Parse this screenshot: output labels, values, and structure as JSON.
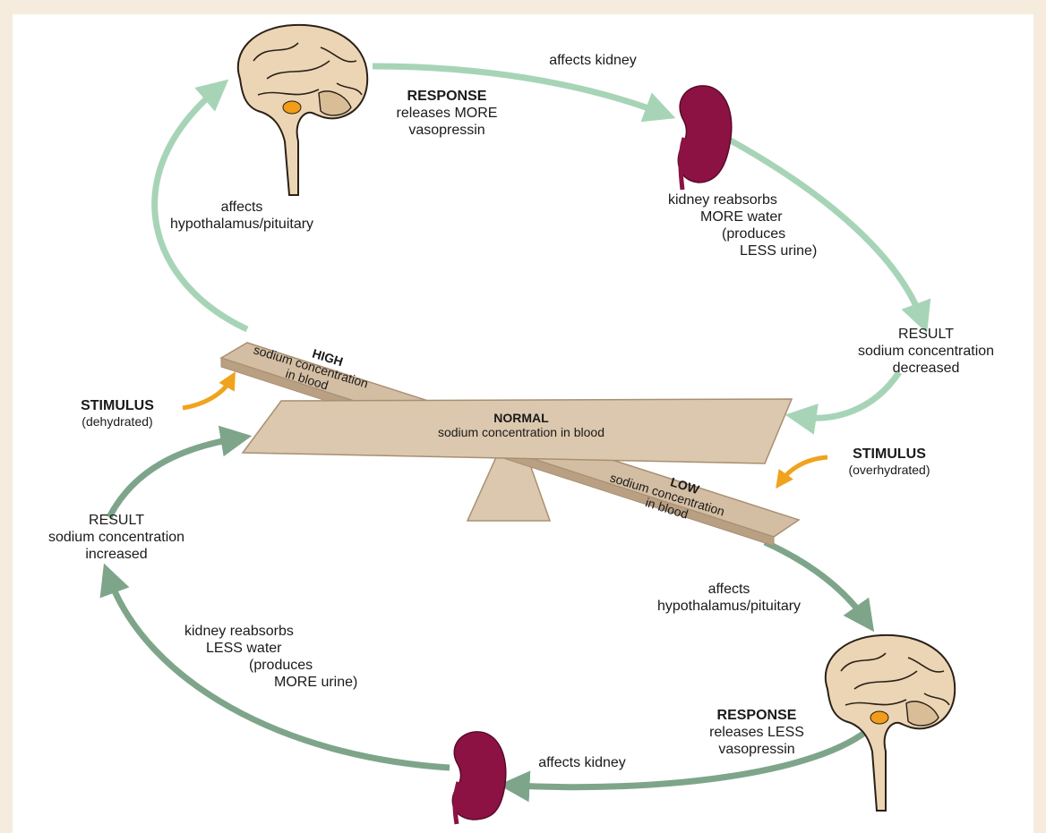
{
  "normal": {
    "title": "NORMAL",
    "text": "sodium concentration in blood"
  },
  "high": {
    "title": "HIGH",
    "line1": "sodium concentration",
    "line2": "in blood"
  },
  "low": {
    "title": "LOW",
    "line1": "sodium concentration",
    "line2": "in blood"
  },
  "stimulus_dehydrated": {
    "title": "STIMULUS",
    "note": "(dehydrated)"
  },
  "stimulus_overhydrated": {
    "title": "STIMULUS",
    "note": "(overhydrated)"
  },
  "top_loop": {
    "affects_hypothalamus_1": "affects",
    "affects_hypothalamus_2": "hypothalamus/pituitary",
    "response_title": "RESPONSE",
    "response_1": "releases MORE",
    "response_2": "vasopressin",
    "affects_kidney": "affects kidney",
    "kidney_1": "kidney reabsorbs",
    "kidney_2": "MORE water",
    "kidney_3": "(produces",
    "kidney_4": "LESS urine)",
    "result_title": "RESULT",
    "result_1": "sodium concentration",
    "result_2": "decreased"
  },
  "bottom_loop": {
    "affects_hypothalamus_1": "affects",
    "affects_hypothalamus_2": "hypothalamus/pituitary",
    "response_title": "RESPONSE",
    "response_1": "releases LESS",
    "response_2": "vasopressin",
    "affects_kidney": "affects kidney",
    "kidney_1": "kidney reabsorbs",
    "kidney_2": "LESS water",
    "kidney_3": "(produces",
    "kidney_4": "MORE urine)",
    "result_title": "RESULT",
    "result_1": "sodium concentration",
    "result_2": "increased"
  },
  "colors": {
    "top_arrow": "#a7d4b7",
    "bottom_arrow": "#7ea58a",
    "stimulus_arrow": "#f0a31c",
    "seesaw_face": "#dcc8ae",
    "seesaw_edge": "#a88f72",
    "kidney": "#8c1243",
    "brain": "#ecd5b5",
    "pituitary": "#f29c1a"
  }
}
